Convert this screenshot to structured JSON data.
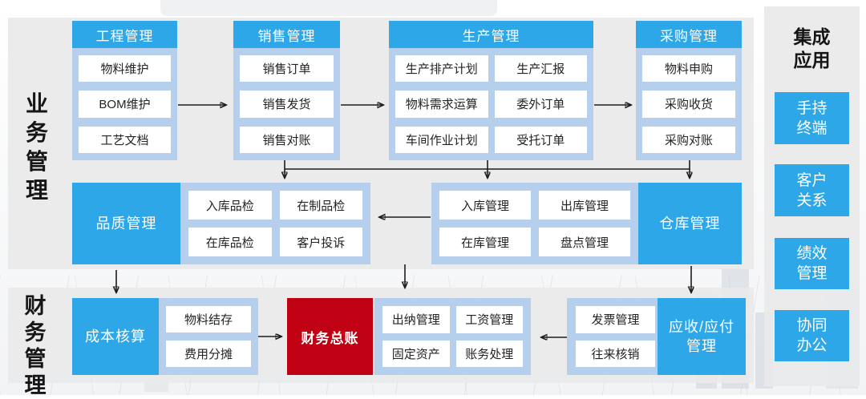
{
  "colors": {
    "blue": "#2ea7e9",
    "light_blue": "#b6cfec",
    "red": "#c00013",
    "panel": "#e9eaeb"
  },
  "left_labels": {
    "business": "业务管理",
    "finance": "财务管理"
  },
  "groups": {
    "engineering": {
      "title": "工程管理",
      "items": [
        "物料维护",
        "BOM维护",
        "工艺文档"
      ]
    },
    "sales": {
      "title": "销售管理",
      "items": [
        "销售订单",
        "销售发货",
        "销售对账"
      ]
    },
    "production": {
      "title": "生产管理",
      "items": [
        "生产排产计划",
        "生产汇报",
        "物料需求运算",
        "委外订单",
        "车间作业计划",
        "受托订单"
      ]
    },
    "procurement": {
      "title": "采购管理",
      "items": [
        "物料申购",
        "采购收货",
        "采购对账"
      ]
    },
    "quality": {
      "title": "品质管理",
      "items": [
        "入库品检",
        "在制品检",
        "在库品检",
        "客户投诉"
      ]
    },
    "warehouse": {
      "title": "仓库管理",
      "items": [
        "入库管理",
        "出库管理",
        "在库管理",
        "盘点管理"
      ]
    },
    "cost": {
      "title": "成本核算",
      "items": [
        "物料结存",
        "费用分摊"
      ]
    },
    "general_ledger": {
      "title": "财务总账"
    },
    "finance_ops": {
      "items": [
        "出纳管理",
        "工资管理",
        "固定资产",
        "账务处理"
      ]
    },
    "receivable_payable": {
      "title_lines": [
        "应收/应付",
        "管理"
      ],
      "items": [
        "发票管理",
        "往来核销"
      ]
    }
  },
  "sidebar": {
    "title_lines": [
      "集成",
      "应用"
    ],
    "items": [
      {
        "lines": [
          "手持",
          "终端"
        ]
      },
      {
        "lines": [
          "客户",
          "关系"
        ]
      },
      {
        "lines": [
          "绩效",
          "管理"
        ]
      },
      {
        "lines": [
          "协同",
          "办公"
        ]
      }
    ]
  }
}
